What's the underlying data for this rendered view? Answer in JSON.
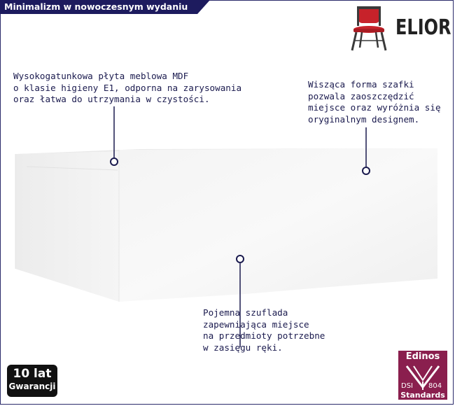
{
  "header": {
    "title": "Minimalizm w nowoczesnym wydaniu"
  },
  "brand": {
    "name": "ELIOR",
    "icon": "chair-icon",
    "colors": {
      "seat": "#c7222a",
      "frame": "#3a3a3a"
    }
  },
  "callouts": {
    "material": "Wysokogatunkowa płyta meblowa MDF\no klasie higieny E1, odporna na zarysowania\noraz łatwa do utrzymania w czystości.",
    "hanging": "Wisząca forma szafki\npozwala zaoszczędzić\nmiejsce oraz wyróżnia się\noryginalnym designem.",
    "drawer": "Pojemna szuflada\nzapewniająca miejsce\nna przedmioty potrzebne\nw zasięgu ręki."
  },
  "warranty": {
    "years": "10 lat",
    "label": "Gwarancji"
  },
  "standards_badge": {
    "brand": "Edinos",
    "code_left": "DSI",
    "code_right": "804",
    "label": "Standards",
    "color": "#8a1f4e"
  },
  "theme": {
    "navy": "#1d1b5e",
    "white": "#ffffff"
  }
}
